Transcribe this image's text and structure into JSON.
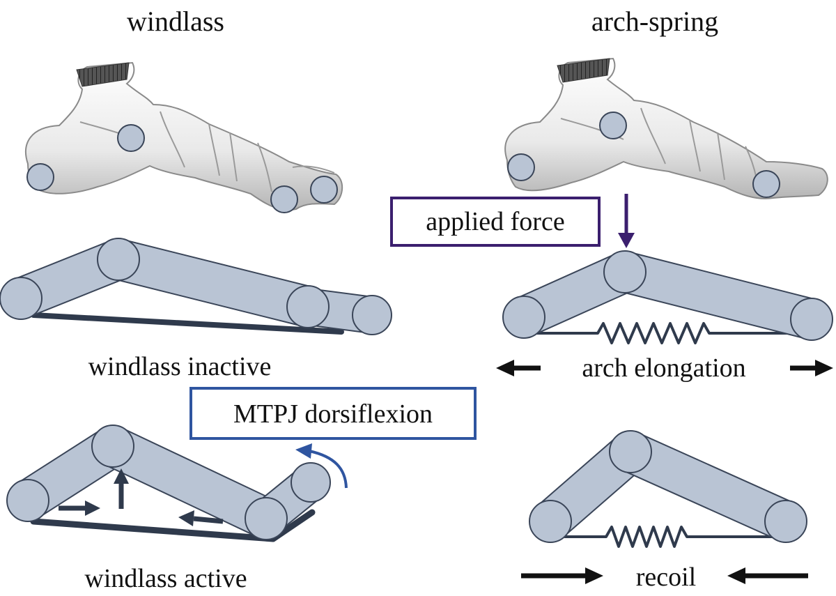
{
  "titles": {
    "windlass": "windlass",
    "arch_spring": "arch-spring"
  },
  "labels": {
    "windlass_inactive": "windlass inactive",
    "windlass_active": "windlass active",
    "applied_force": "applied force",
    "mtpj_dorsiflexion": "MTPJ dorsiflexion",
    "arch_elongation": "arch elongation",
    "recoil": "recoil"
  },
  "colors": {
    "segment_fill": "#b9c4d4",
    "segment_stroke": "#3a4558",
    "fascia": "#2f3a4c",
    "applied_force_box": "#3b1f6e",
    "mtpj_box": "#2f55a0",
    "arrow_black": "#111111"
  }
}
